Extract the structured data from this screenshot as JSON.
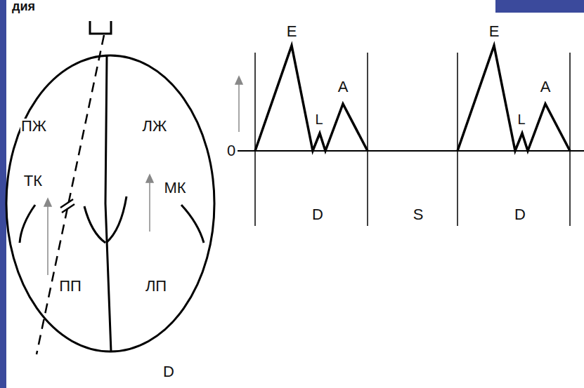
{
  "diagram": {
    "labels": [
      "дия",
      "E",
      "E",
      "ПЖ",
      "ЛЖ",
      "L",
      "A",
      "L",
      "A",
      "0",
      "ТК",
      "МК",
      "D",
      "S",
      "D",
      "ПП",
      "ЛП",
      "D"
    ]
  }
}
